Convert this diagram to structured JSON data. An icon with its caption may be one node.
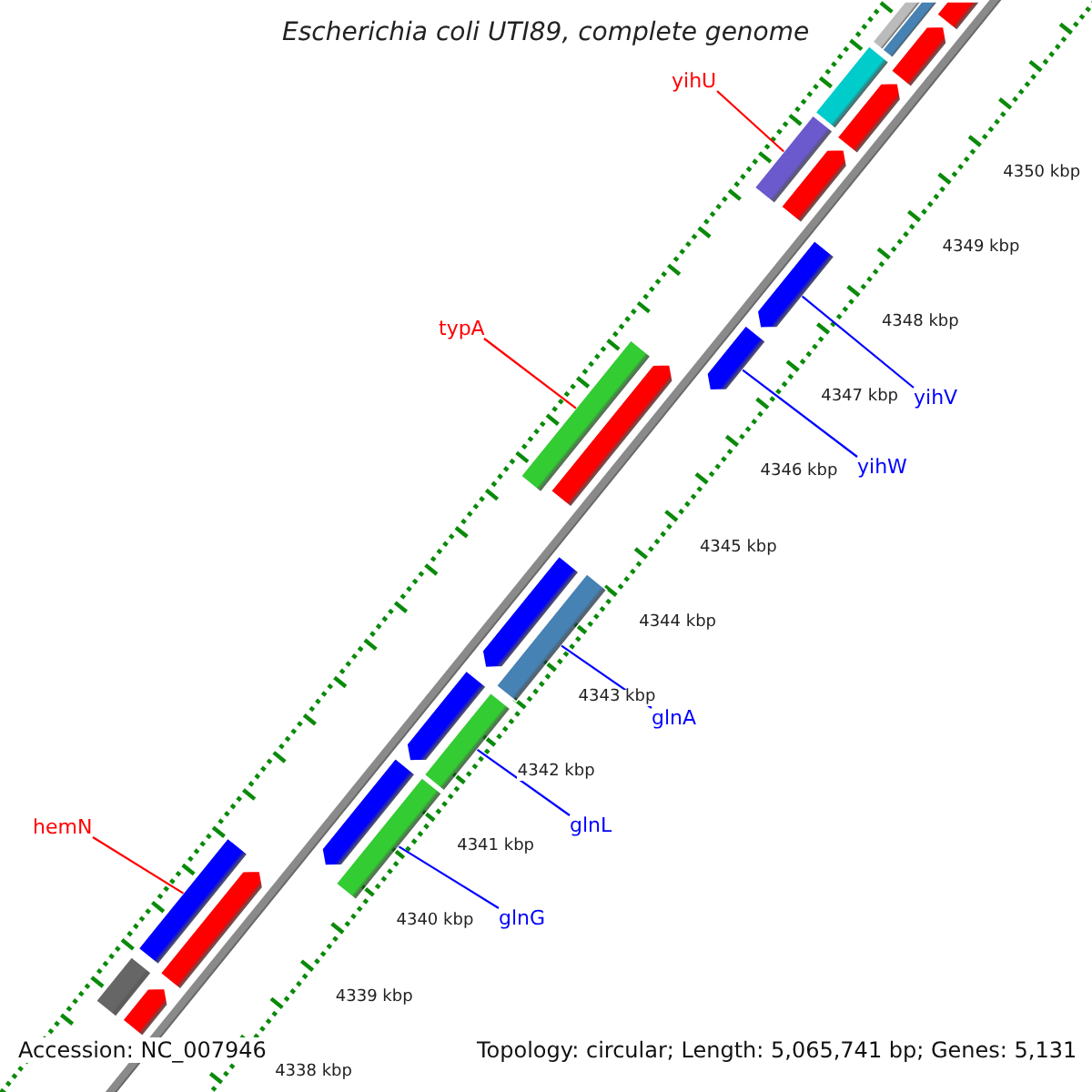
{
  "diagram": {
    "title": "Escherichia coli UTI89, complete genome",
    "nodes": [
      {
        "text": [
          "yihU"
        ]
      },
      {
        "text": [
          "typA"
        ]
      },
      {
        "text": [
          "yihV"
        ]
      },
      {
        "text": [
          "yihW"
        ]
      },
      {
        "text": [
          "glnA"
        ]
      },
      {
        "text": [
          "glnL"
        ]
      },
      {
        "text": [
          "glnG"
        ]
      },
      {
        "text": [
          "hemN"
        ]
      },
      {
        "text": [],
        "shape": "bar"
      },
      {
        "text": [],
        "shape": "bar"
      },
      {
        "text": [],
        "shape": "bar"
      },
      {
        "text": [],
        "shape": "bar"
      },
      {
        "text": [],
        "shape": "bar"
      },
      {
        "text": [],
        "shape": "bar"
      },
      {
        "text": [],
        "shape": "bar"
      },
      {
        "text": [],
        "shape": "bar"
      },
      {
        "text": [],
        "shape": "bar"
      },
      {
        "text": [],
        "shape": "bar"
      },
      {
        "text": [],
        "shape": "bar"
      },
      {
        "text": [],
        "shape": "bar"
      },
      {
        "text": [],
        "shape": "bar"
      },
      {
        "text": [],
        "shape": "bar"
      },
      {
        "text": [],
        "shape": "bar"
      },
      {
        "text": [],
        "shape": "bar"
      },
      {
        "text": [],
        "shape": "bar"
      },
      {
        "text": [],
        "shape": "bar"
      },
      {
        "text": [],
        "shape": "bar"
      },
      {
        "text": [],
        "shape": "bar"
      },
      {
        "text": [],
        "shape": "bar"
      },
      {
        "text": [],
        "shape": "bar"
      }
    ],
    "edges": [
      {
        "from": 0,
        "to": 14,
        "arrow": "none",
        "color": "#ff0000"
      },
      {
        "from": 1,
        "to": 18,
        "arrow": "none",
        "color": "#ff0000"
      },
      {
        "from": 2,
        "to": 16,
        "arrow": "none"
      },
      {
        "from": 3,
        "to": 17,
        "arrow": "none"
      },
      {
        "from": 4,
        "to": 21,
        "arrow": "none"
      },
      {
        "from": 5,
        "to": 23,
        "arrow": "none"
      },
      {
        "from": 6,
        "to": 25,
        "arrow": "none"
      },
      {
        "from": 7,
        "to": 26,
        "arrow": "none",
        "color": "#ff0000"
      }
    ],
    "labels": [
      "4350 kbp",
      "4349 kbp",
      "4348 kbp",
      "4347 kbp",
      "4346 kbp",
      "4345 kbp",
      "4344 kbp",
      "4343 kbp",
      "4342 kbp",
      "4341 kbp",
      "4340 kbp",
      "4339 kbp",
      "4338 kbp",
      "Accession: NC_007946",
      "Topology: circular; Length: 5,065,741 bp; Genes: 5,131"
    ]
  }
}
